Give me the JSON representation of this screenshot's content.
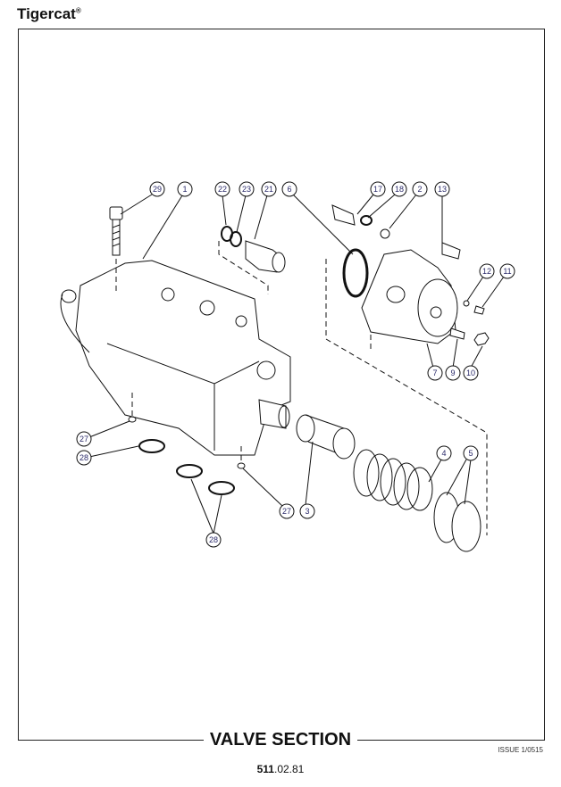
{
  "brand": {
    "name": "Tigercat",
    "mark": "®"
  },
  "title": "VALVE SECTION",
  "issue": "ISSUE 1/0515",
  "page_number": {
    "bold": "511",
    "rest": ".02.81"
  },
  "callouts": [
    "29",
    "1",
    "22",
    "23",
    "21",
    "6",
    "17",
    "18",
    "2",
    "13",
    "12",
    "11",
    "7",
    "9",
    "10",
    "27",
    "28",
    "4",
    "5",
    "27",
    "3",
    "28"
  ]
}
